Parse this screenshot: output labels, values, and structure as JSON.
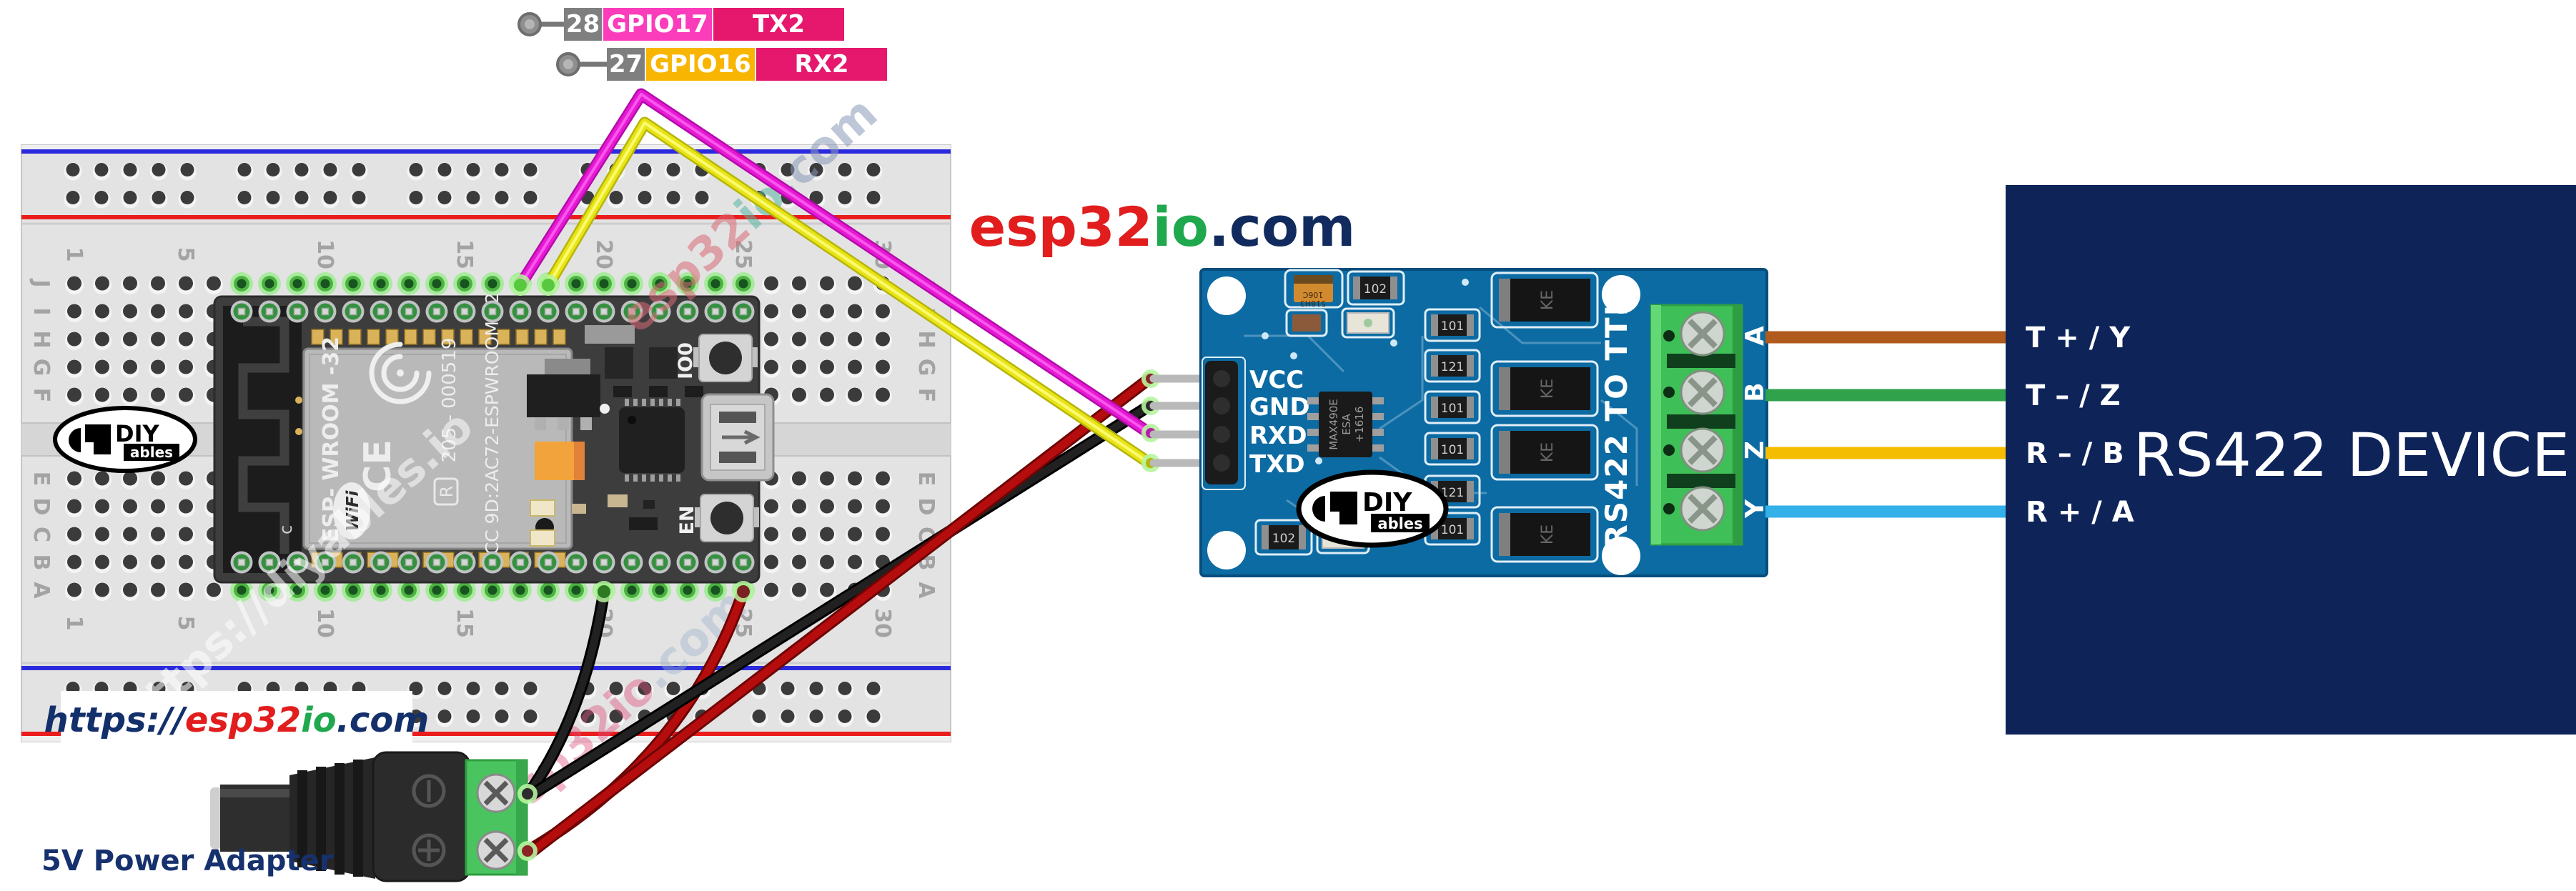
{
  "pin_labels": {
    "rows": [
      {
        "pin": "28",
        "gpio": "GPIO17",
        "signal": "TX2"
      },
      {
        "pin": "27",
        "gpio": "GPIO16",
        "signal": "RX2"
      }
    ]
  },
  "site_logo": {
    "part1": "esp32",
    "part2": "io",
    "part3": ".com"
  },
  "url_box": {
    "scheme": "https://",
    "part1": "esp32",
    "part2": "io",
    "part3": ".com"
  },
  "watermarks": {
    "diyables": "https://diyables.io",
    "esp32": "esp32",
    "io": "io",
    "dotcom": ".com",
    "esp32io": "esp32io"
  },
  "breadboard": {
    "row_letters": [
      "J",
      "I",
      "H",
      "G",
      "F",
      "E",
      "D",
      "C",
      "B",
      "A"
    ],
    "column_numbers": [
      "1",
      "5",
      "10",
      "15",
      "20",
      "25",
      "30"
    ]
  },
  "esp32_board": {
    "shield_model": "ESP- WROOM -32",
    "shield_serial": "205 - 000519",
    "shield_fcc": "FCC 9D:2AC72-ESPWROOM 32",
    "ce_mark": "CE",
    "r_mark": "R",
    "wifi_mark": "WiFi",
    "button_boot": "IO0",
    "button_en": "EN",
    "antenna_mark": "c"
  },
  "diyables_logo": {
    "line1": "DIY",
    "line2": "ables"
  },
  "rs422_module": {
    "pin_labels": [
      "VCC",
      "GND",
      "RXD",
      "TXD"
    ],
    "board_label": "RS422 TO TTL",
    "terminal_labels": [
      "A",
      "B",
      "Z",
      "Y"
    ],
    "chip_line1": "MAX490E",
    "chip_line2": "ESA",
    "chip_line3": "+1616",
    "resistor_values": [
      "101",
      "121",
      "101",
      "101",
      "121",
      "101"
    ],
    "cap_value_top": "102",
    "cap_value_bottom": "102",
    "tantalum_line1": "106C",
    "tantalum_line2": "518H3",
    "diode_mark": "KE"
  },
  "rs422_device": {
    "title": "RS422 DEVICE",
    "pins": [
      "T + / Y",
      "T – / Z",
      "R – / B",
      "R + / A"
    ]
  },
  "power_adapter": {
    "label": "5V Power Adapter"
  },
  "colors": {
    "wire_magenta": "#e619d4",
    "wire_yellow": "#e9e416",
    "wire_black": "#212121",
    "wire_red": "#b50d0d",
    "wire_brown": "#b05a1e",
    "wire_green": "#2fa24b",
    "wire_amber": "#f5bd02",
    "wire_blue": "#33b1e8",
    "label_gray": "#7f7f7f",
    "label_magenta": "#fb3cbb",
    "label_crimson": "#e5186e",
    "label_amber": "#f8b602",
    "device_navy": "#0e2459",
    "pcb_blue": "#0d6ba3",
    "terminal_green": "#3fbf57",
    "logo_red": "#e11d1d",
    "logo_green": "#1fa84d",
    "logo_navy": "#122b5e"
  }
}
